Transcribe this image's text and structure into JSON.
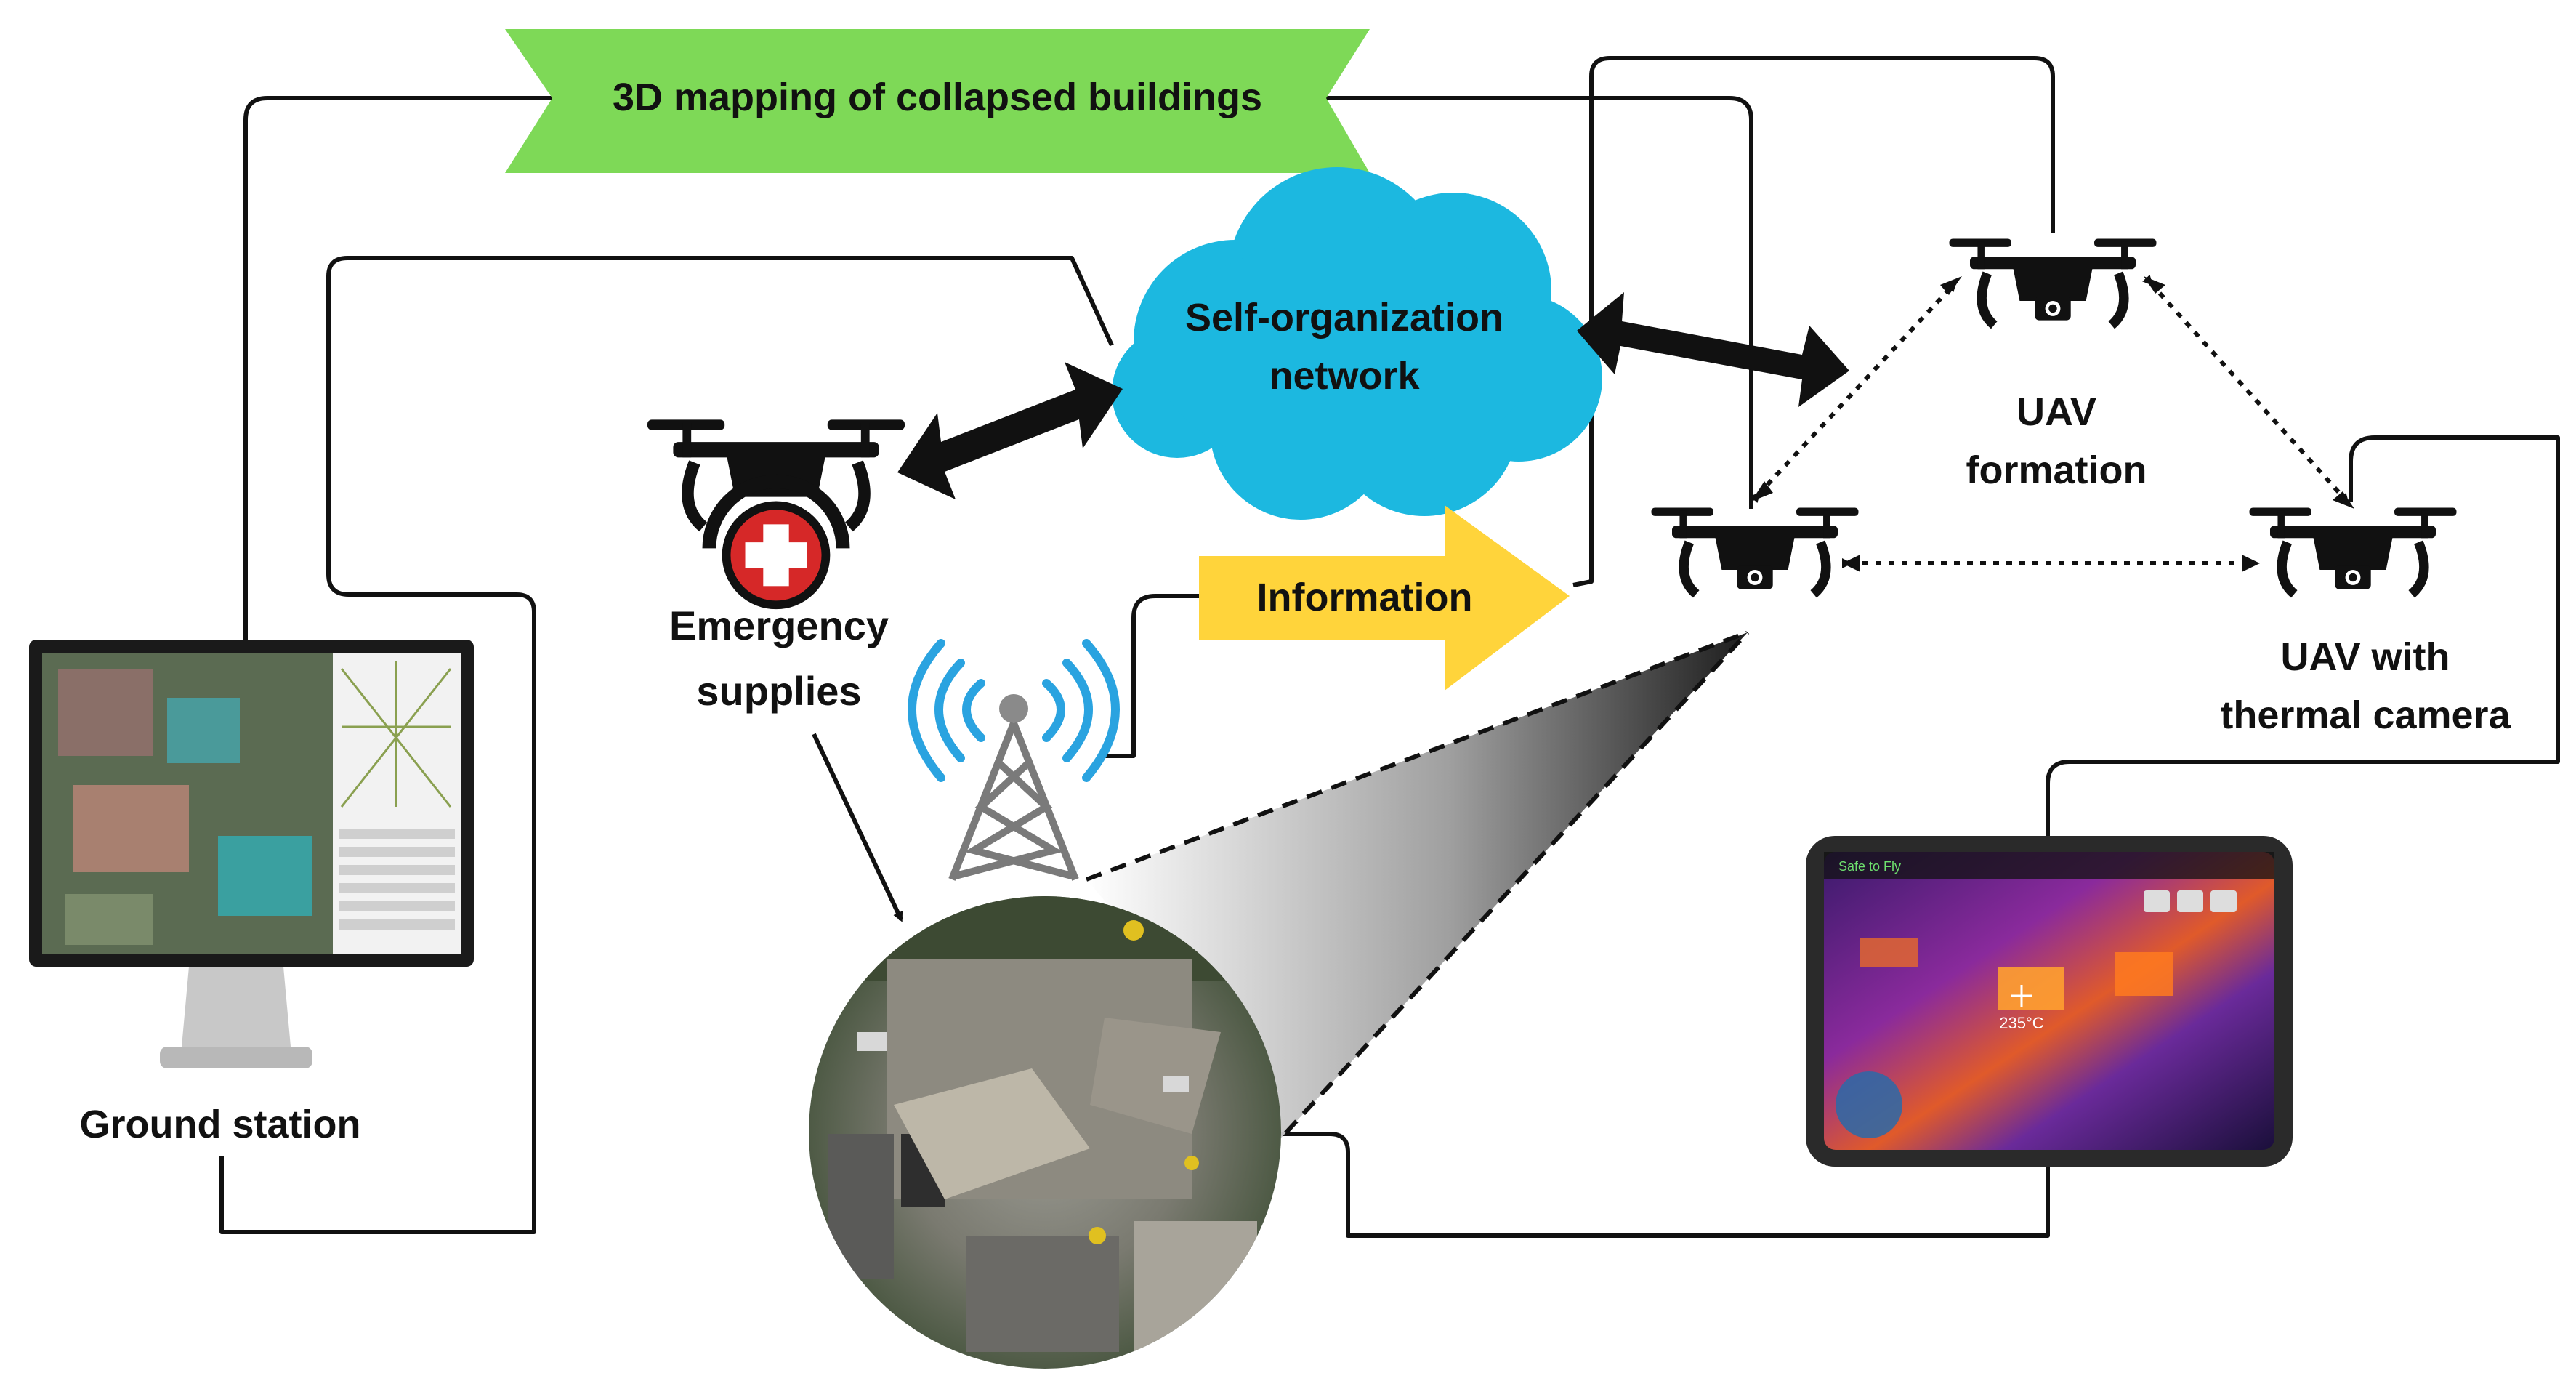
{
  "labels": {
    "mapping": "3D mapping of collapsed buildings",
    "cloud_line1": "Self-organization",
    "cloud_line2": "network",
    "information": "Information",
    "emergency_line1": "Emergency",
    "emergency_line2": "supplies",
    "ground_station": "Ground station",
    "formation_line1": "UAV",
    "formation_line2": "formation",
    "thermal_line1": "UAV with",
    "thermal_line2": "thermal camera"
  },
  "tablet_screen": {
    "status_text": "Safe to Fly",
    "temperature": "235°C"
  },
  "colors": {
    "banner_green": "#7ed957",
    "cloud_blue": "#1cb8e0",
    "info_yellow": "#ffd43b",
    "cross_red": "#d62828",
    "signal_blue": "#2aa3e0",
    "line_black": "#111111"
  },
  "icons": [
    "drone-icon",
    "camera-drone-icon",
    "medical-cross-icon",
    "radio-tower-icon",
    "monitor-icon",
    "tablet-icon"
  ]
}
